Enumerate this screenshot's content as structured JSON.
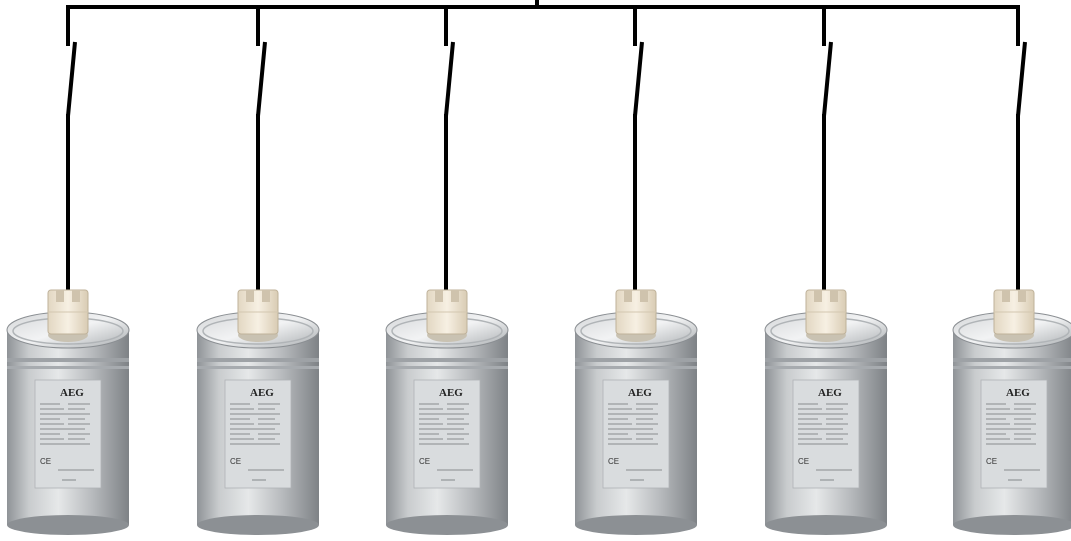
{
  "diagram": {
    "wire_color": "#000000",
    "background": "#ffffff",
    "capacitors": [
      {
        "brand": "AEG",
        "ce_mark": "CE"
      },
      {
        "brand": "AEG",
        "ce_mark": "CE"
      },
      {
        "brand": "AEG",
        "ce_mark": "CE"
      },
      {
        "brand": "AEG",
        "ce_mark": "CE"
      },
      {
        "brand": "AEG",
        "ce_mark": "CE"
      },
      {
        "brand": "AEG",
        "ce_mark": "CE"
      }
    ],
    "switch_state": "open",
    "can_color": "#b9bcbf",
    "terminal_color": "#efe6d6"
  }
}
